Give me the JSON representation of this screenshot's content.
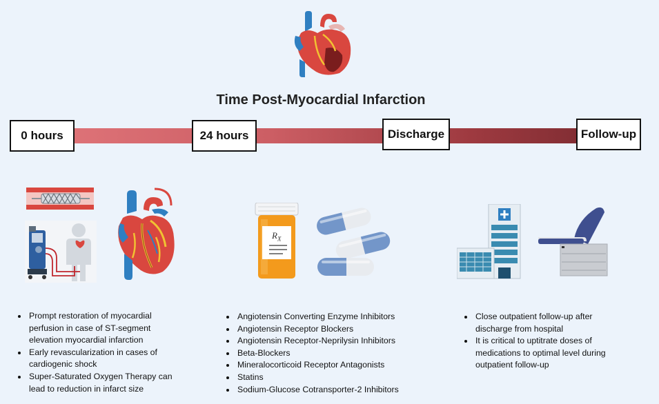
{
  "title": "Time Post-Myocardial Infarction",
  "milestones": [
    "0 hours",
    "24 hours",
    "Discharge",
    "Follow-up"
  ],
  "columns": [
    {
      "bullets": [
        "Prompt restoration of myocardial perfusion in case of ST-segment elevation myocardial infarction",
        "Early revascularization in cases of cardiogenic shock",
        "Super-Saturated Oxygen Therapy can lead to reduction in infarct size"
      ]
    },
    {
      "bullets": [
        "Angiotensin Converting Enzyme Inhibitors",
        "Angiotensin Receptor Blockers",
        "Angiotensin Receptor-Neprilysin Inhibitors",
        "Beta-Blockers",
        "Mineralocorticoid Receptor Antagonists",
        "Statins",
        "Sodium-Glucose Cotransporter-2 Inhibitors"
      ]
    },
    {
      "bullets": [
        "Close outpatient follow-up after discharge from hospital",
        "It is critical to uptitrate doses of medications to optimal level during outpatient follow-up"
      ]
    }
  ],
  "pill_label": "R",
  "pill_label_sub": "X",
  "colors": {
    "background": "#ecf3fb",
    "bar_start": "#e0757a",
    "bar_end": "#7a2a30",
    "heart_red": "#d9473f",
    "vessel_blue": "#2f7fc1",
    "bottle_orange": "#f39a1c",
    "capsule_blue": "#7396c9"
  },
  "icons": [
    "heart-icon",
    "stent-icon",
    "pump-patient-icon",
    "heart-anatomy-icon",
    "pill-bottle-icon",
    "capsule-icon",
    "hospital-icon",
    "exam-table-icon"
  ]
}
